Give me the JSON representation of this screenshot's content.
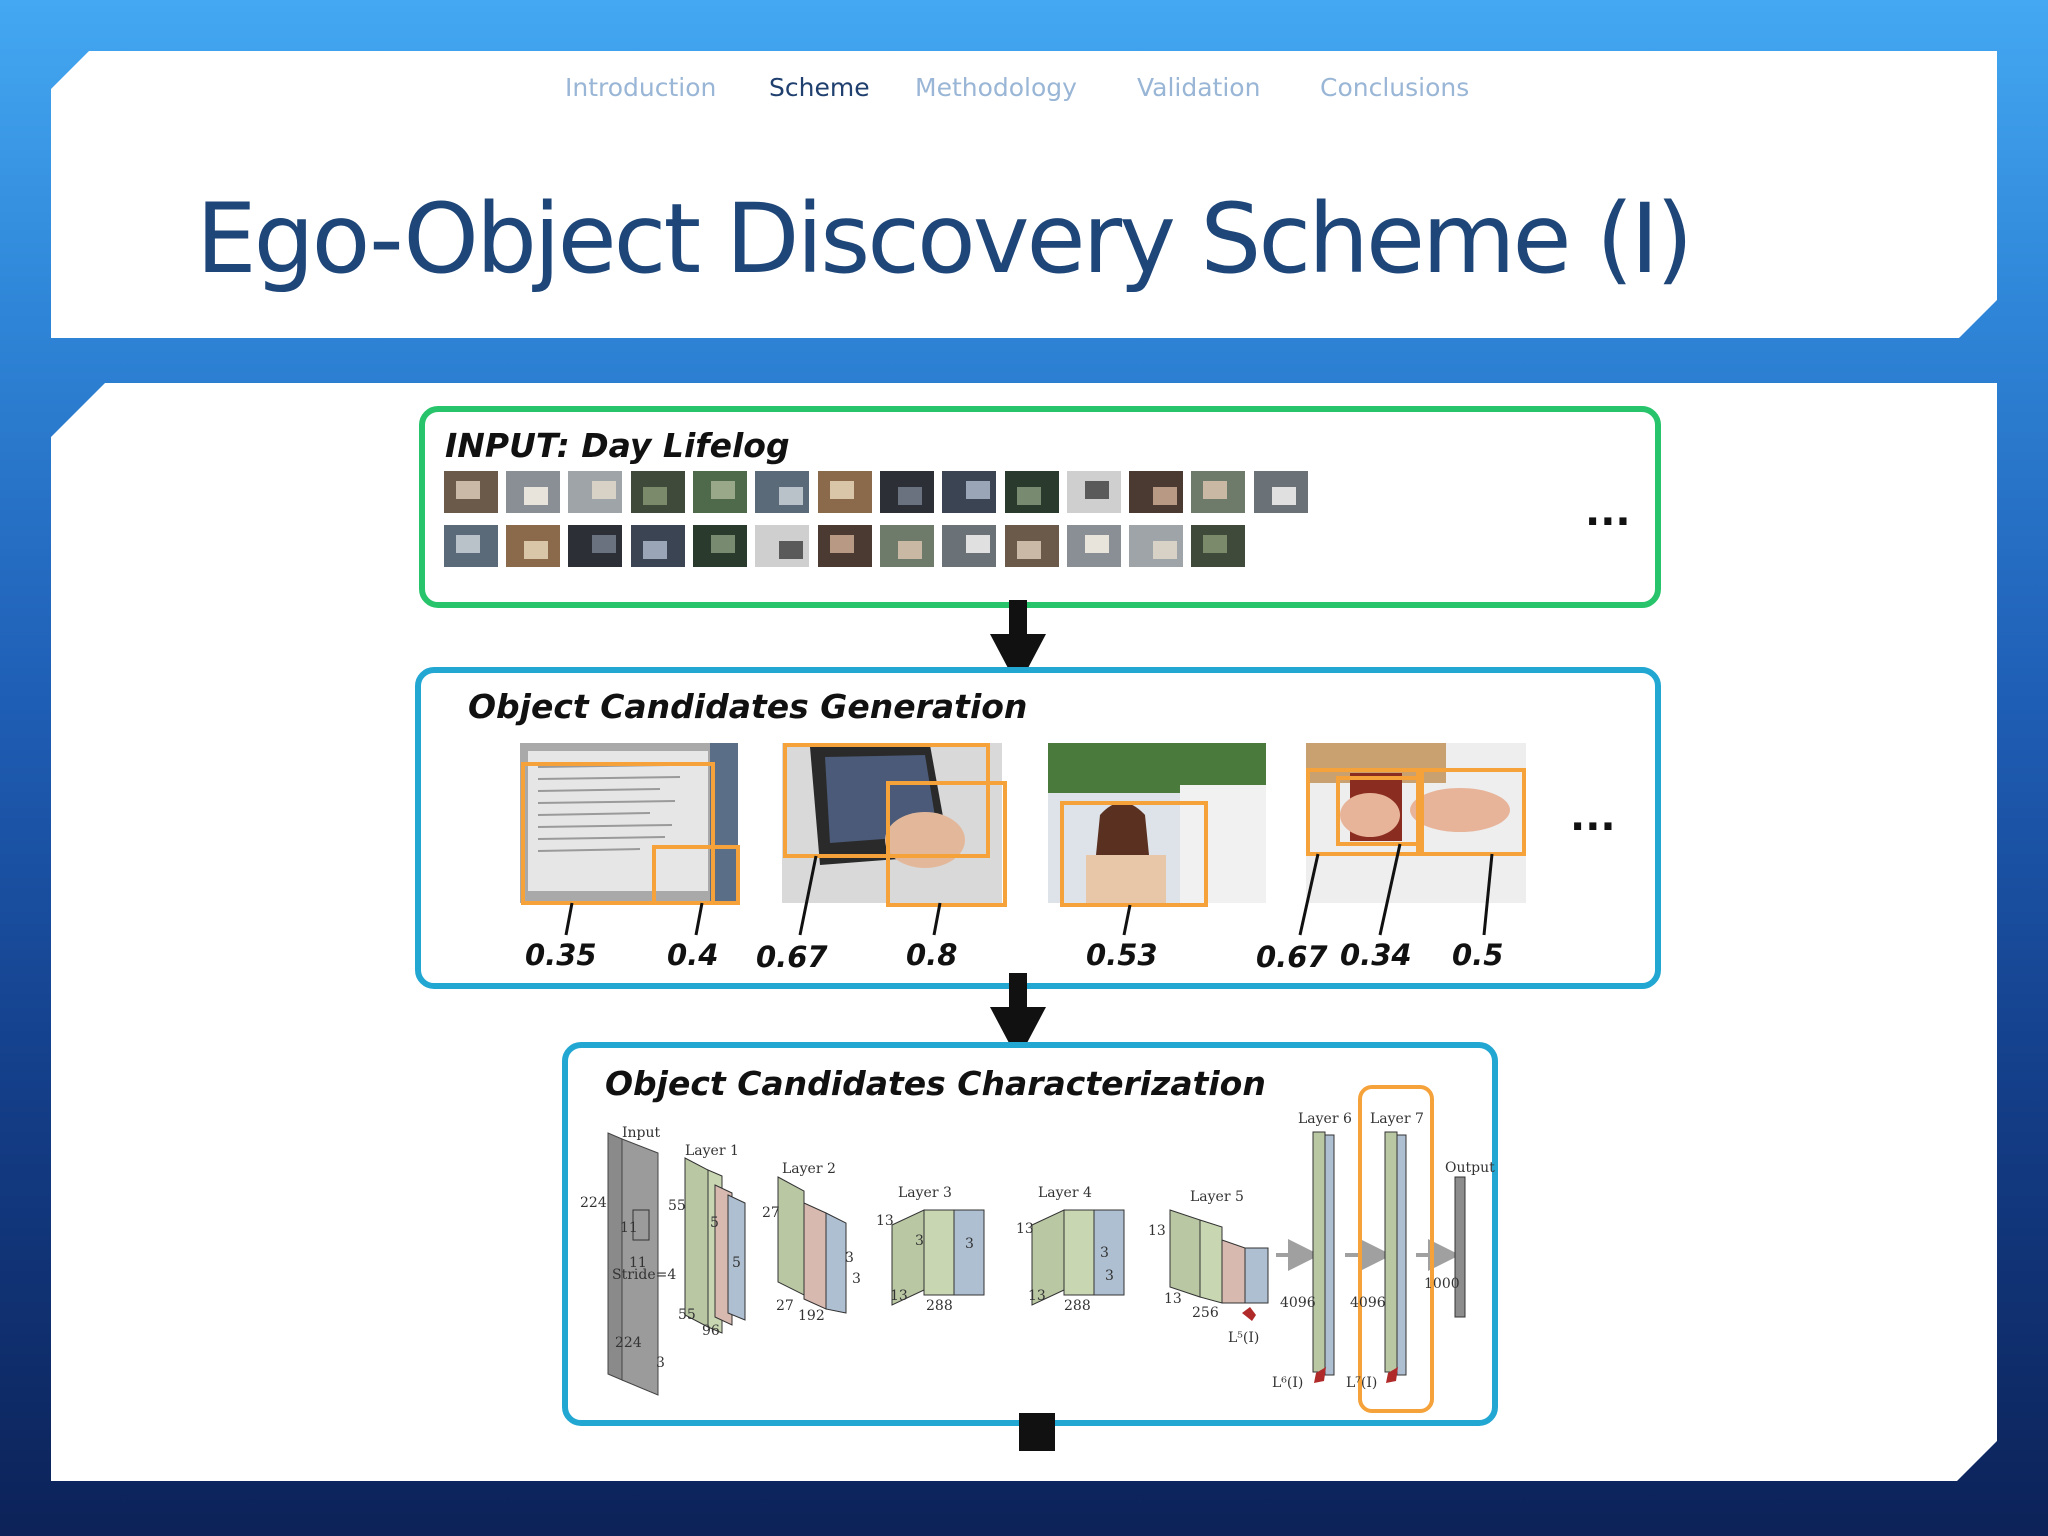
{
  "nav": {
    "items": [
      {
        "label": "Introduction",
        "active": false
      },
      {
        "label": "Scheme",
        "active": true
      },
      {
        "label": "Methodology",
        "active": false
      },
      {
        "label": "Validation",
        "active": false
      },
      {
        "label": "Conclusions",
        "active": false
      }
    ]
  },
  "slide": {
    "title": "Ego-Object Discovery Scheme (I)"
  },
  "diagram": {
    "input": {
      "title": "INPUT: Day Lifelog",
      "ellipsis": "..."
    },
    "generation": {
      "title": "Object Candidates Generation",
      "scores": [
        "0.35",
        "0.4",
        "0.67",
        "0.8",
        "0.53",
        "0.67",
        "0.34",
        "0.5"
      ],
      "ellipsis": "..."
    },
    "characterization": {
      "title": "Object Candidates Characterization",
      "cnn_labels": {
        "input": "Input",
        "layer1": "Layer 1",
        "layer2": "Layer 2",
        "layer3": "Layer 3",
        "layer4": "Layer 4",
        "layer5": "Layer 5",
        "layer6": "Layer 6",
        "layer7": "Layer 7",
        "output": "Output",
        "n224a": "224",
        "n224b": "224",
        "n3": "3",
        "n11": "11",
        "n11b": "11",
        "stride": "Stride=4",
        "n55a": "55",
        "n55b": "55",
        "n96": "96",
        "n5": "5",
        "n5b": "5",
        "n27a": "27",
        "n27b": "27",
        "n192": "192",
        "n13a": "13",
        "n13b": "13",
        "n288a": "288",
        "n13c": "13",
        "n13d": "13",
        "n288b": "288",
        "n13e": "13",
        "n13f": "13",
        "n256": "256",
        "n4096a": "4096",
        "n4096b": "4096",
        "n1000": "1000",
        "n3a": "3",
        "n3b": "3",
        "n3c": "3",
        "n3d": "3",
        "n3e": "3",
        "n3f": "3",
        "l5": "L⁵(I)",
        "l6": "L⁶(I)",
        "l7": "L⁷(I)"
      }
    },
    "colors": {
      "green": "#27c46c",
      "blue": "#22a7d3",
      "orange": "#f5a23a"
    }
  }
}
